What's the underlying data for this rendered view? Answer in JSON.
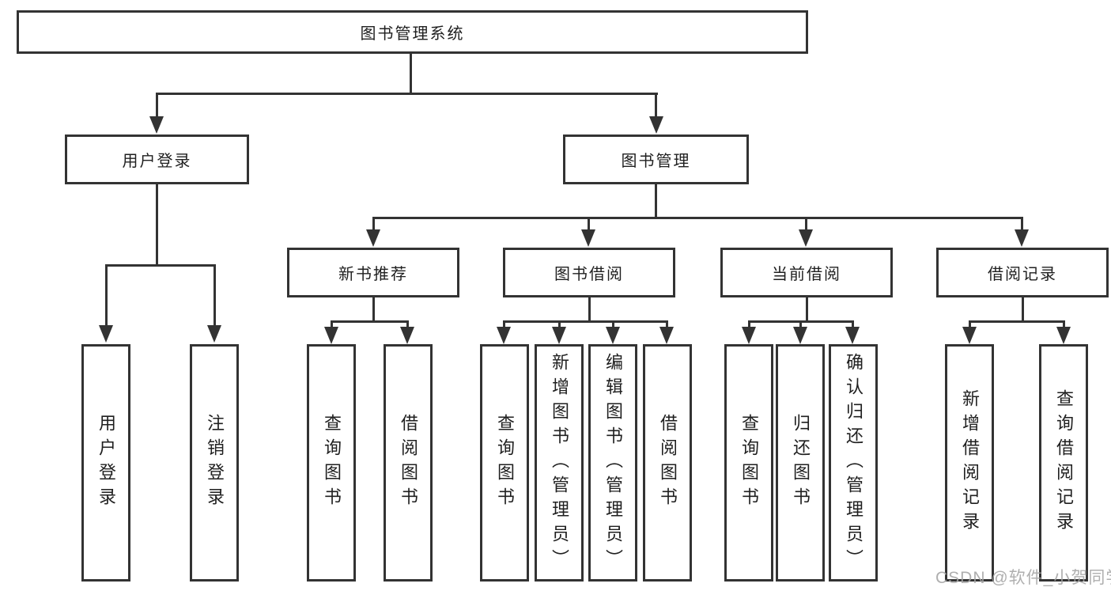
{
  "tree": {
    "label": "图书管理系统",
    "children": [
      {
        "label": "用户登录",
        "children": [
          {
            "label": "用户登录"
          },
          {
            "label": "注销登录"
          }
        ]
      },
      {
        "label": "图书管理",
        "children": [
          {
            "label": "新书推荐",
            "children": [
              {
                "label": "查询图书"
              },
              {
                "label": "借阅图书"
              }
            ]
          },
          {
            "label": "图书借阅",
            "children": [
              {
                "label": "查询图书"
              },
              {
                "label": "新增图书（管理员）"
              },
              {
                "label": "编辑图书（管理员）"
              },
              {
                "label": "借阅图书"
              }
            ]
          },
          {
            "label": "当前借阅",
            "children": [
              {
                "label": "查询图书"
              },
              {
                "label": "归还图书"
              },
              {
                "label": "确认归还（管理员）"
              }
            ]
          },
          {
            "label": "借阅记录",
            "children": [
              {
                "label": "新增借阅记录"
              },
              {
                "label": "查询借阅记录"
              }
            ]
          }
        ]
      }
    ]
  },
  "watermark": {
    "text": "CSDN @软件_小贺同学"
  },
  "colors": {
    "line": "#333333",
    "text": "#1f1f1f",
    "background": "#ffffff",
    "watermark": "#a4a4a4"
  }
}
